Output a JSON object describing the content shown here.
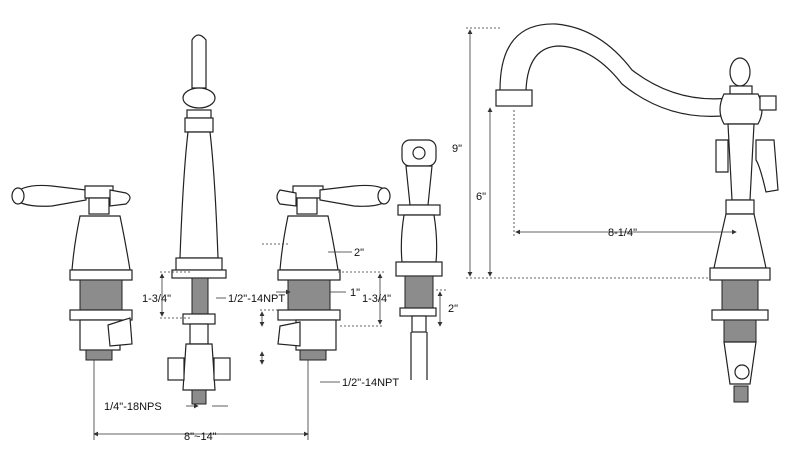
{
  "dimensions": {
    "spread": "8\"~14\"",
    "supply_thread_left": "1/4\"-18NPS",
    "spout_shank_height": "1-3/4\"",
    "npt_thread_upper": "1/2\"-14NPT",
    "handle_base": "2\"",
    "handle_shank": "1\"",
    "handle_shank_height": "1-3/4\"",
    "npt_thread_lower": "1/2\"-14NPT",
    "sprayer_shank": "2\"",
    "spout_height_total": "9\"",
    "spout_height_outlet": "6\"",
    "spout_reach": "8-1/4\""
  }
}
